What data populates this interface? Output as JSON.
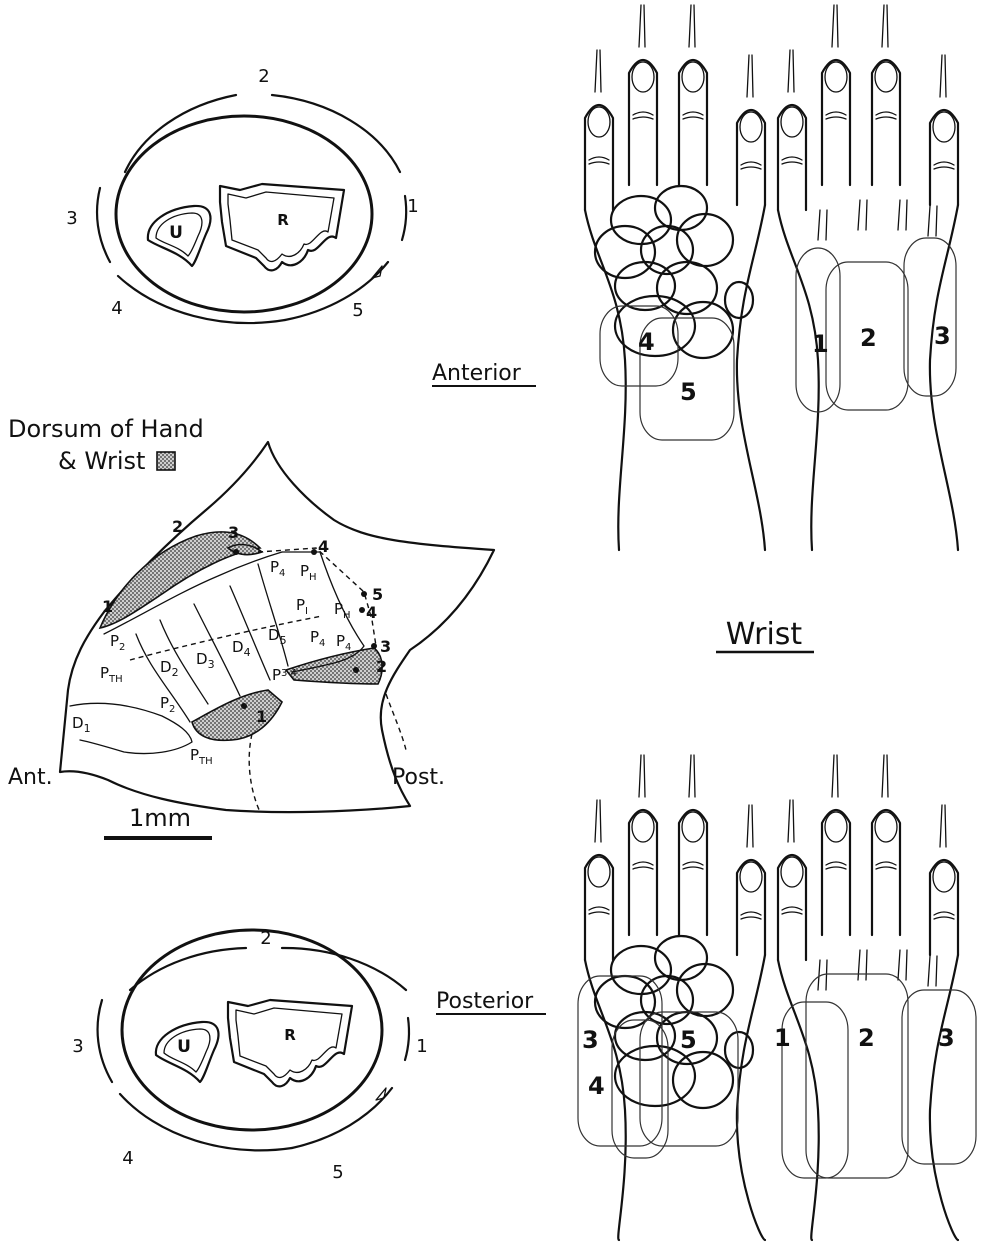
{
  "heading": "Wrist",
  "views": {
    "anterior": "Anterior",
    "posterior": "Posterior"
  },
  "cross_sections": {
    "upper": {
      "arc_numbers": [
        "1",
        "2",
        "3",
        "4",
        "5"
      ],
      "bones": [
        "U",
        "R"
      ]
    },
    "lower": {
      "arc_numbers": [
        "1",
        "2",
        "3",
        "4",
        "5"
      ],
      "bones": [
        "U",
        "R"
      ]
    }
  },
  "central_map": {
    "legend_line1": "Dorsum of Hand",
    "legend_line2": "& Wrist",
    "orientation_left": "Ant.",
    "orientation_right": "Post.",
    "scale_bar": "1mm"
  },
  "anterior_patches": [
    "4",
    "5",
    "1",
    "2",
    "3"
  ],
  "posterior_patches": [
    "3",
    "4",
    "5",
    "1",
    "2",
    "3"
  ]
}
